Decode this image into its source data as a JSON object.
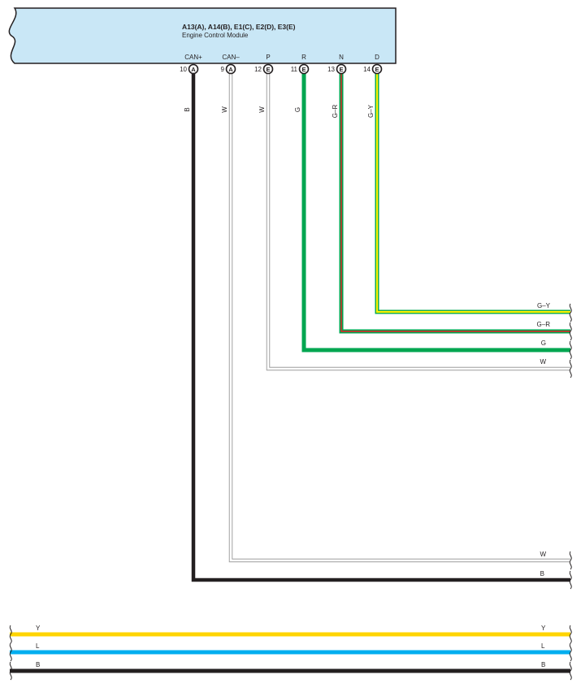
{
  "module": {
    "connectors": "A13(A), A14(B), E1(C), E2(D), E3(E)",
    "name": "Engine Control Module",
    "fill_color": "#c9e7f6"
  },
  "terminals": [
    {
      "signal": "CAN+",
      "pin": "10",
      "connector": "A",
      "wire_label": "B"
    },
    {
      "signal": "CAN–",
      "pin": "9",
      "connector": "A",
      "wire_label": "W"
    },
    {
      "signal": "P",
      "pin": "12",
      "connector": "E",
      "wire_label": "W"
    },
    {
      "signal": "R",
      "pin": "11",
      "connector": "E",
      "wire_label": "G"
    },
    {
      "signal": "N",
      "pin": "13",
      "connector": "E",
      "wire_label": "G–R"
    },
    {
      "signal": "D",
      "pin": "14",
      "connector": "E",
      "wire_label": "G–Y"
    }
  ],
  "wire_ends": [
    "G–Y",
    "G–R",
    "G",
    "W",
    "W",
    "B"
  ],
  "bottom_wires": [
    {
      "left_label": "Y",
      "right_label": "Y",
      "color": "#ffd400"
    },
    {
      "left_label": "L",
      "right_label": "L",
      "color": "#00aeef"
    },
    {
      "left_label": "B",
      "right_label": "B",
      "color": "#231f20"
    }
  ],
  "wire_colors": {
    "black": "#231f20",
    "white_outline": "#9d9d9d",
    "green": "#00a650",
    "red_stripe": "#ed1c24",
    "yellow_stripe": "#fff200"
  }
}
